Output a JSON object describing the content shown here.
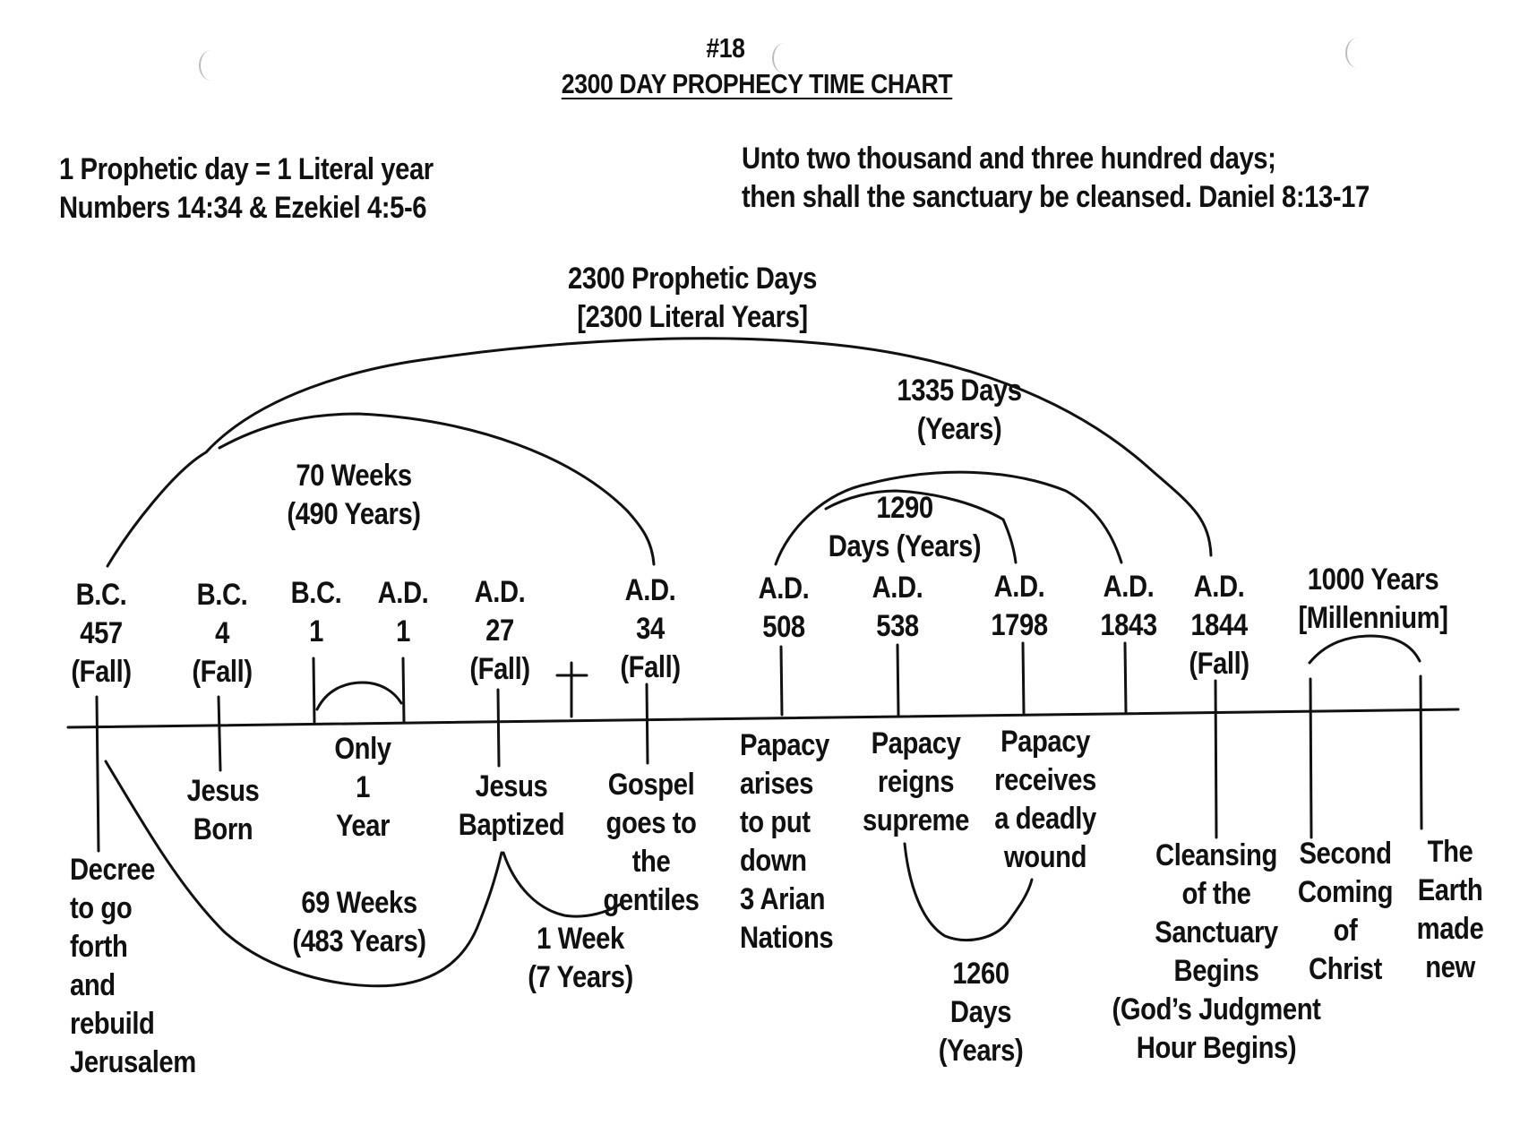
{
  "header": {
    "number": "#18",
    "title": "2300 DAY PROPHECY TIME CHART"
  },
  "notes": {
    "left": "1 Prophetic day = 1 Literal year\nNumbers 14:34 & Ezekiel 4:5-6",
    "right": "Unto two thousand and three hundred days;\nthen shall the sanctuary be cleansed.  Daniel 8:13-17"
  },
  "spans": {
    "p2300": "2300 Prophetic Days\n[2300 Literal Years]",
    "p1335": "1335 Days\n(Years)",
    "p1290": "1290\nDays (Years)",
    "p70w": "70 Weeks\n(490 Years)",
    "p69w": "69 Weeks\n(483 Years)",
    "p1week": "1 Week\n(7 Years)",
    "p1260": "1260\nDays\n(Years)",
    "p1000": "1000 Years\n[Millennium]"
  },
  "dates": {
    "bc457": "B.C.\n457\n(Fall)",
    "bc4": "B.C.\n4\n(Fall)",
    "bc1": "B.C.\n1",
    "ad1": "A.D.\n1",
    "ad27": "A.D.\n27\n(Fall)",
    "cross": "✝",
    "ad34": "A.D.\n34\n(Fall)",
    "ad508": "A.D.\n508",
    "ad538": "A.D.\n538",
    "ad1798": "A.D.\n1798",
    "ad1843": "A.D.\n1843",
    "ad1844": "A.D.\n1844\n(Fall)"
  },
  "events": {
    "decree": "Decree\nto go\nforth\nand\nrebuild\nJerusalem",
    "jesus_born": "Jesus\nBorn",
    "only_1_year": "Only\n1\nYear",
    "jesus_baptized": "Jesus\nBaptized",
    "gospel": "Gospel\ngoes to\nthe gentiles",
    "papacy_arises": "Papacy\narises\nto put\ndown\n3 Arian\nNations",
    "papacy_reigns": "Papacy\nreigns\nsupreme",
    "papacy_wound": "Papacy\nreceives\na deadly\nwound",
    "cleansing": "Cleansing\nof the\nSanctuary\nBegins\n(God’s Judgment\nHour Begins)",
    "second_coming": "Second\nComing\nof\nChrist",
    "earth_new": "The\nEarth\nmade\nnew"
  }
}
